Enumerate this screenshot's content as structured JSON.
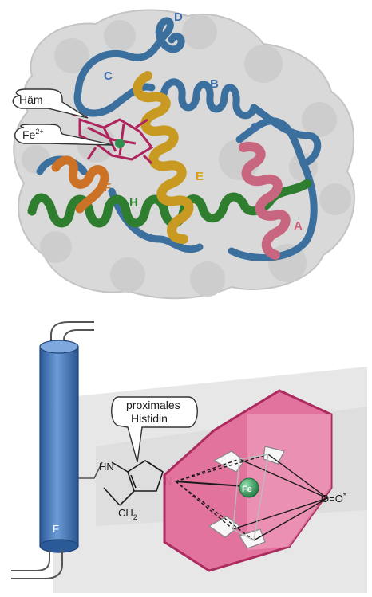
{
  "top_panel": {
    "callout_haem": "Häm",
    "callout_iron_base": "Fe",
    "callout_iron_charge": "2+",
    "helix_labels": [
      {
        "key": "A",
        "text": "A",
        "color": "#d0607a"
      },
      {
        "key": "B",
        "text": "B",
        "color": "#3f6fae"
      },
      {
        "key": "C",
        "text": "C",
        "color": "#3f6fae"
      },
      {
        "key": "D",
        "text": "D",
        "color": "#3f6fae"
      },
      {
        "key": "E",
        "text": "E",
        "color": "#d8a118"
      },
      {
        "key": "F",
        "text": "F",
        "color": "#d0731e"
      },
      {
        "key": "G",
        "text": "G",
        "color": "#3f6fae"
      },
      {
        "key": "H",
        "text": "H",
        "color": "#2e8a2e"
      }
    ],
    "colors": {
      "surface": "#d6d6d6",
      "ribbon_blue": "#3a6f9e",
      "helix_gold": "#c99a22",
      "helix_green": "#2f7d2f",
      "helix_pink": "#c8667f",
      "helix_orange": "#cc7226",
      "heme": "#b0245e",
      "iron": "#2f8f4f"
    }
  },
  "bottom_panel": {
    "callout_line1": "proximales",
    "callout_line2": "Histidin",
    "helix_label": "F",
    "ring_nh": "HN",
    "ring_n": "N",
    "ch2_base": "CH",
    "ch2_sub": "2",
    "iron_label": "Fe",
    "oxygen_label": "O=O",
    "oxygen_mark": "*",
    "colors": {
      "cylinder": "#3f72b8",
      "heme_plane": "#e26a98",
      "heme_edge": "#a81c54",
      "shadow_plane": "#e4e4e4",
      "iron": "#2e9a55"
    }
  }
}
